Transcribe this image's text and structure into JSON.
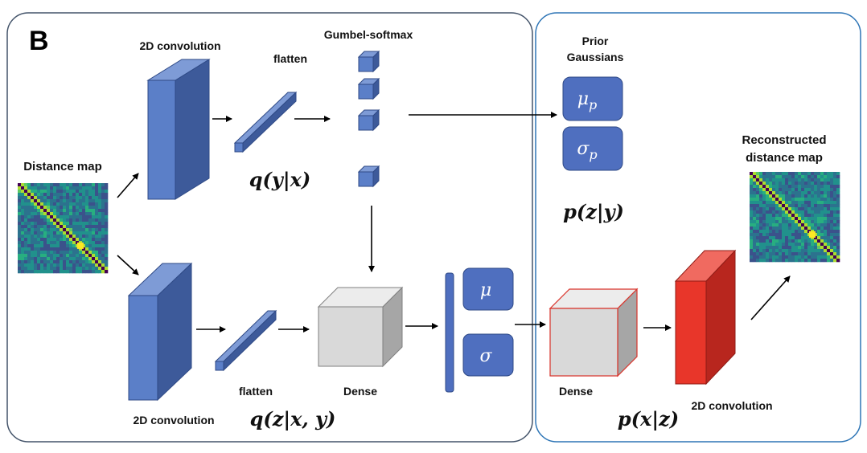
{
  "panel_letter": "B",
  "labels": {
    "conv_top": "2D convolution",
    "flatten_top": "flatten",
    "gumbel": "Gumbel-softmax",
    "prior_line1": "Prior",
    "prior_line2": "Gaussians",
    "input": "Distance map",
    "output_line1": "Reconstructed",
    "output_line2": "distance map",
    "conv_bottom": "2D convolution",
    "flatten_bottom": "flatten",
    "dense_encoder": "Dense",
    "dense_decoder": "Dense",
    "conv_decoder": "2D convolution"
  },
  "math": {
    "q_y_given_x": "q(y|x)",
    "q_z_given_xy": "q(z|x, y)",
    "p_z_given_y": "p(z|y)",
    "p_x_given_z": "p(x|z)"
  },
  "params": {
    "mu": "μ",
    "sigma": "σ",
    "mu_p_base": "μ",
    "mu_p_sub": "p",
    "sigma_p_base": "σ",
    "sigma_p_sub": "p"
  },
  "colors": {
    "blue_front": "#5b7fc8",
    "blue_side": "#3d5a9a",
    "blue_top": "#7e9bd6",
    "gray_front": "#d9d9d9",
    "gray_side": "#a6a6a6",
    "gray_top": "#ececec",
    "red_front": "#e8362a",
    "red_side": "#b8261e",
    "red_top": "#f06a60",
    "encoder_border": "#44546a",
    "decoder_border": "#2e75b6"
  }
}
